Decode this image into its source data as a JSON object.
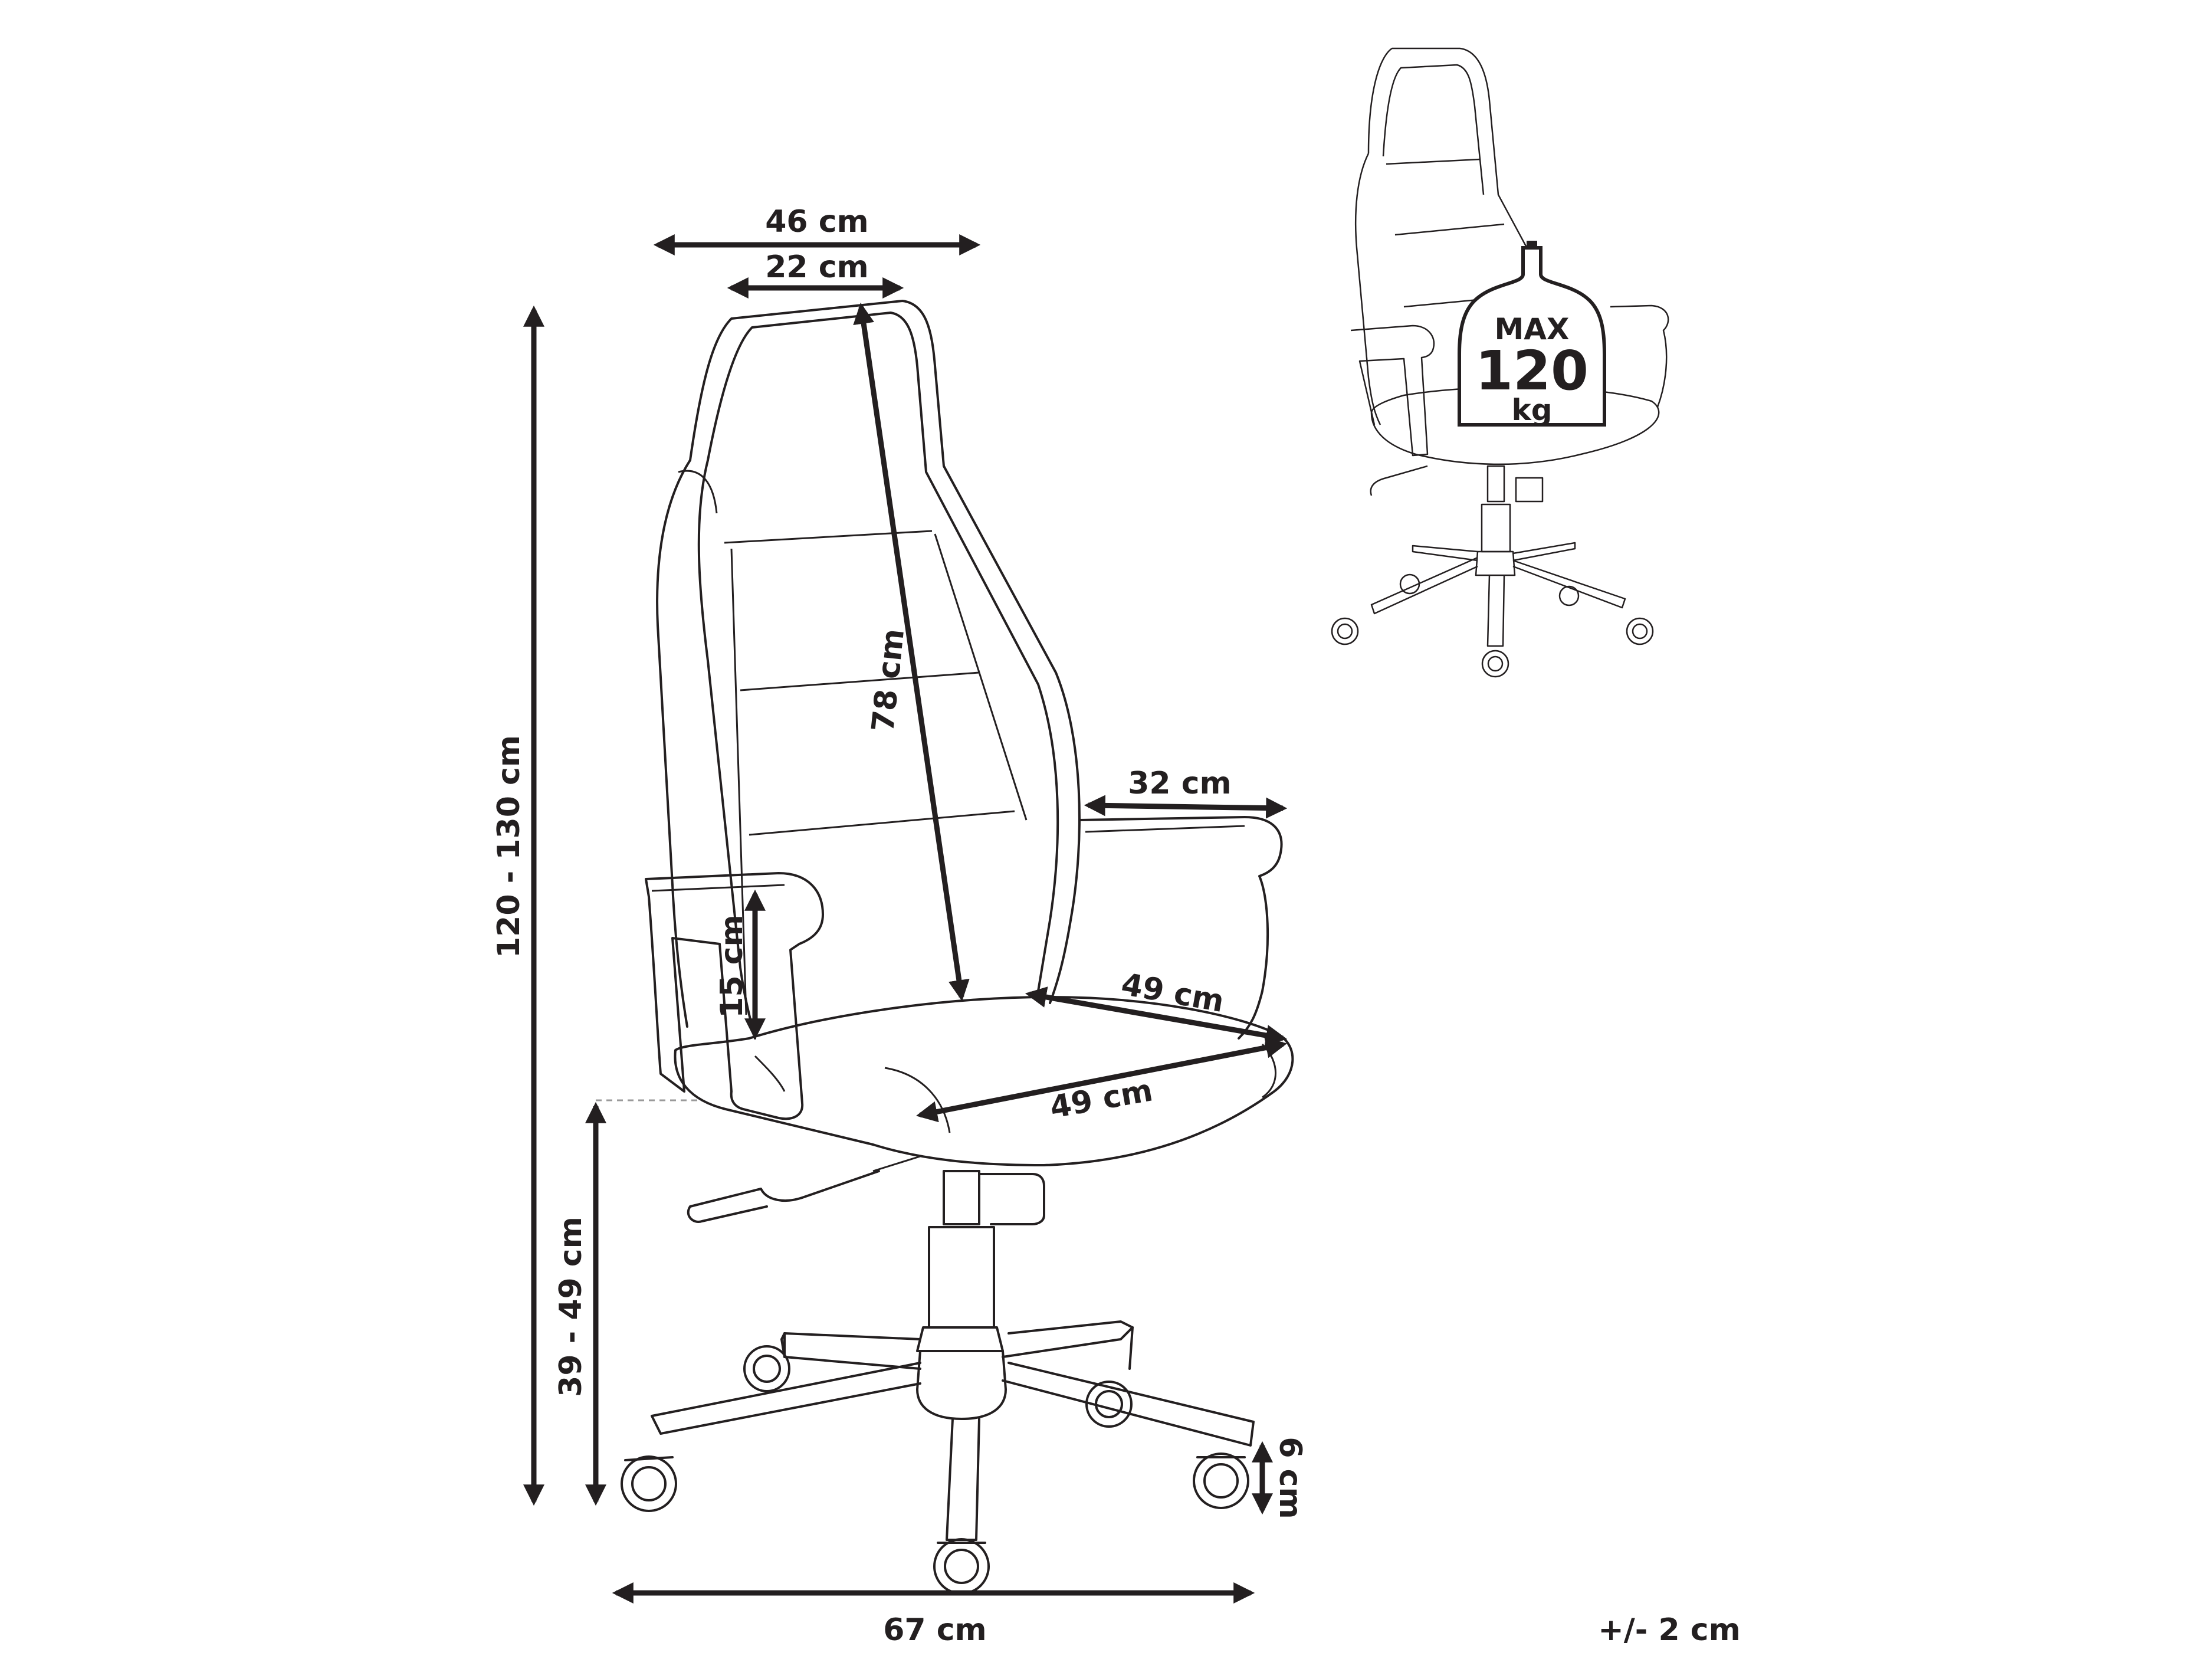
{
  "dimensions": {
    "backrest_width": "46 cm",
    "headrest_width": "22 cm",
    "total_height": "120 - 130 cm",
    "backrest_height": "78 cm",
    "armrest_length": "32 cm",
    "armrest_height": "15 cm",
    "seat_depth": "49 cm",
    "seat_width": "49 cm",
    "seat_height": "39 - 49 cm",
    "wheel_height": "6 cm",
    "base_width": "67 cm"
  },
  "tolerance": "+/- 2 cm",
  "max_load": {
    "label": "MAX",
    "value": "120",
    "unit": "kg"
  },
  "colors": {
    "line": "#231f20",
    "background": "#ffffff"
  }
}
